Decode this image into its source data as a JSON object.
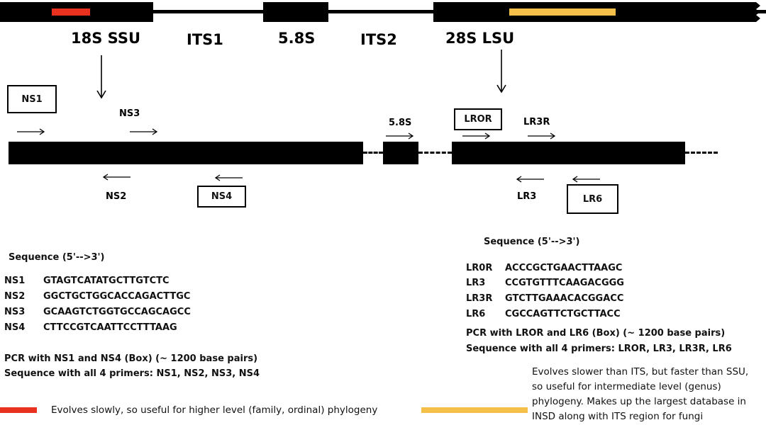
{
  "colors": {
    "ssu_marker": "#e8321f",
    "lsu_marker": "#f5c04a",
    "ink": "#000000"
  },
  "top_gene": {
    "regions": {
      "ssu": "18S SSU",
      "its1": "ITS1",
      "s58": "5.8S",
      "its2": "ITS2",
      "lsu": "28S LSU"
    }
  },
  "primer_map": {
    "ns1": "NS1",
    "ns2": "NS2",
    "ns3": "NS3",
    "ns4": "NS4",
    "s58": "5.8S",
    "lror": "LROR",
    "lr3r": "LR3R",
    "lr3": "LR3",
    "lr6": "LR6"
  },
  "left_sequences": {
    "title": "Sequence (5'-->3')",
    "rows": [
      {
        "name": "NS1",
        "seq": "GTAGTCATATGCTTGTCTC"
      },
      {
        "name": "NS2",
        "seq": "GGCTGCTGGCACCAGACTTGC"
      },
      {
        "name": "NS3",
        "seq": "GCAAGTCTGGTGCCAGCAGCC"
      },
      {
        "name": "NS4",
        "seq": "CTTCCGTCAATTCCTTTAAG"
      }
    ],
    "pcr_note": "PCR with NS1 and NS4 (Box) (~ 1200 base pairs)",
    "sequence_note": "Sequence with all 4 primers: NS1, NS2, NS3, NS4"
  },
  "right_sequences": {
    "title": "Sequence (5'-->3')",
    "rows": [
      {
        "name": "LR0R",
        "seq": "ACCCGCTGAACTTAAGC"
      },
      {
        "name": "LR3",
        "seq": "CCGTGTTTCAAGACGGG"
      },
      {
        "name": "LR3R",
        "seq": "GTCTTGAAACACGGACC"
      },
      {
        "name": "LR6",
        "seq": "CGCCAGTTCTGCTTACC"
      }
    ],
    "pcr_note": "PCR with LROR and LR6 (Box) (~ 1200 base pairs)",
    "sequence_note": "Sequence with all 4 primers: LROR, LR3, LR3R, LR6"
  },
  "legend": {
    "red_text": "Evolves slowly, so useful for higher level (family, ordinal) phylogeny",
    "yellow_lines": [
      "Evolves slower than ITS, but faster than SSU,",
      "so useful for intermediate level (genus)",
      "phylogeny. Makes up the largest database in",
      "INSD along with ITS region for fungi"
    ]
  }
}
